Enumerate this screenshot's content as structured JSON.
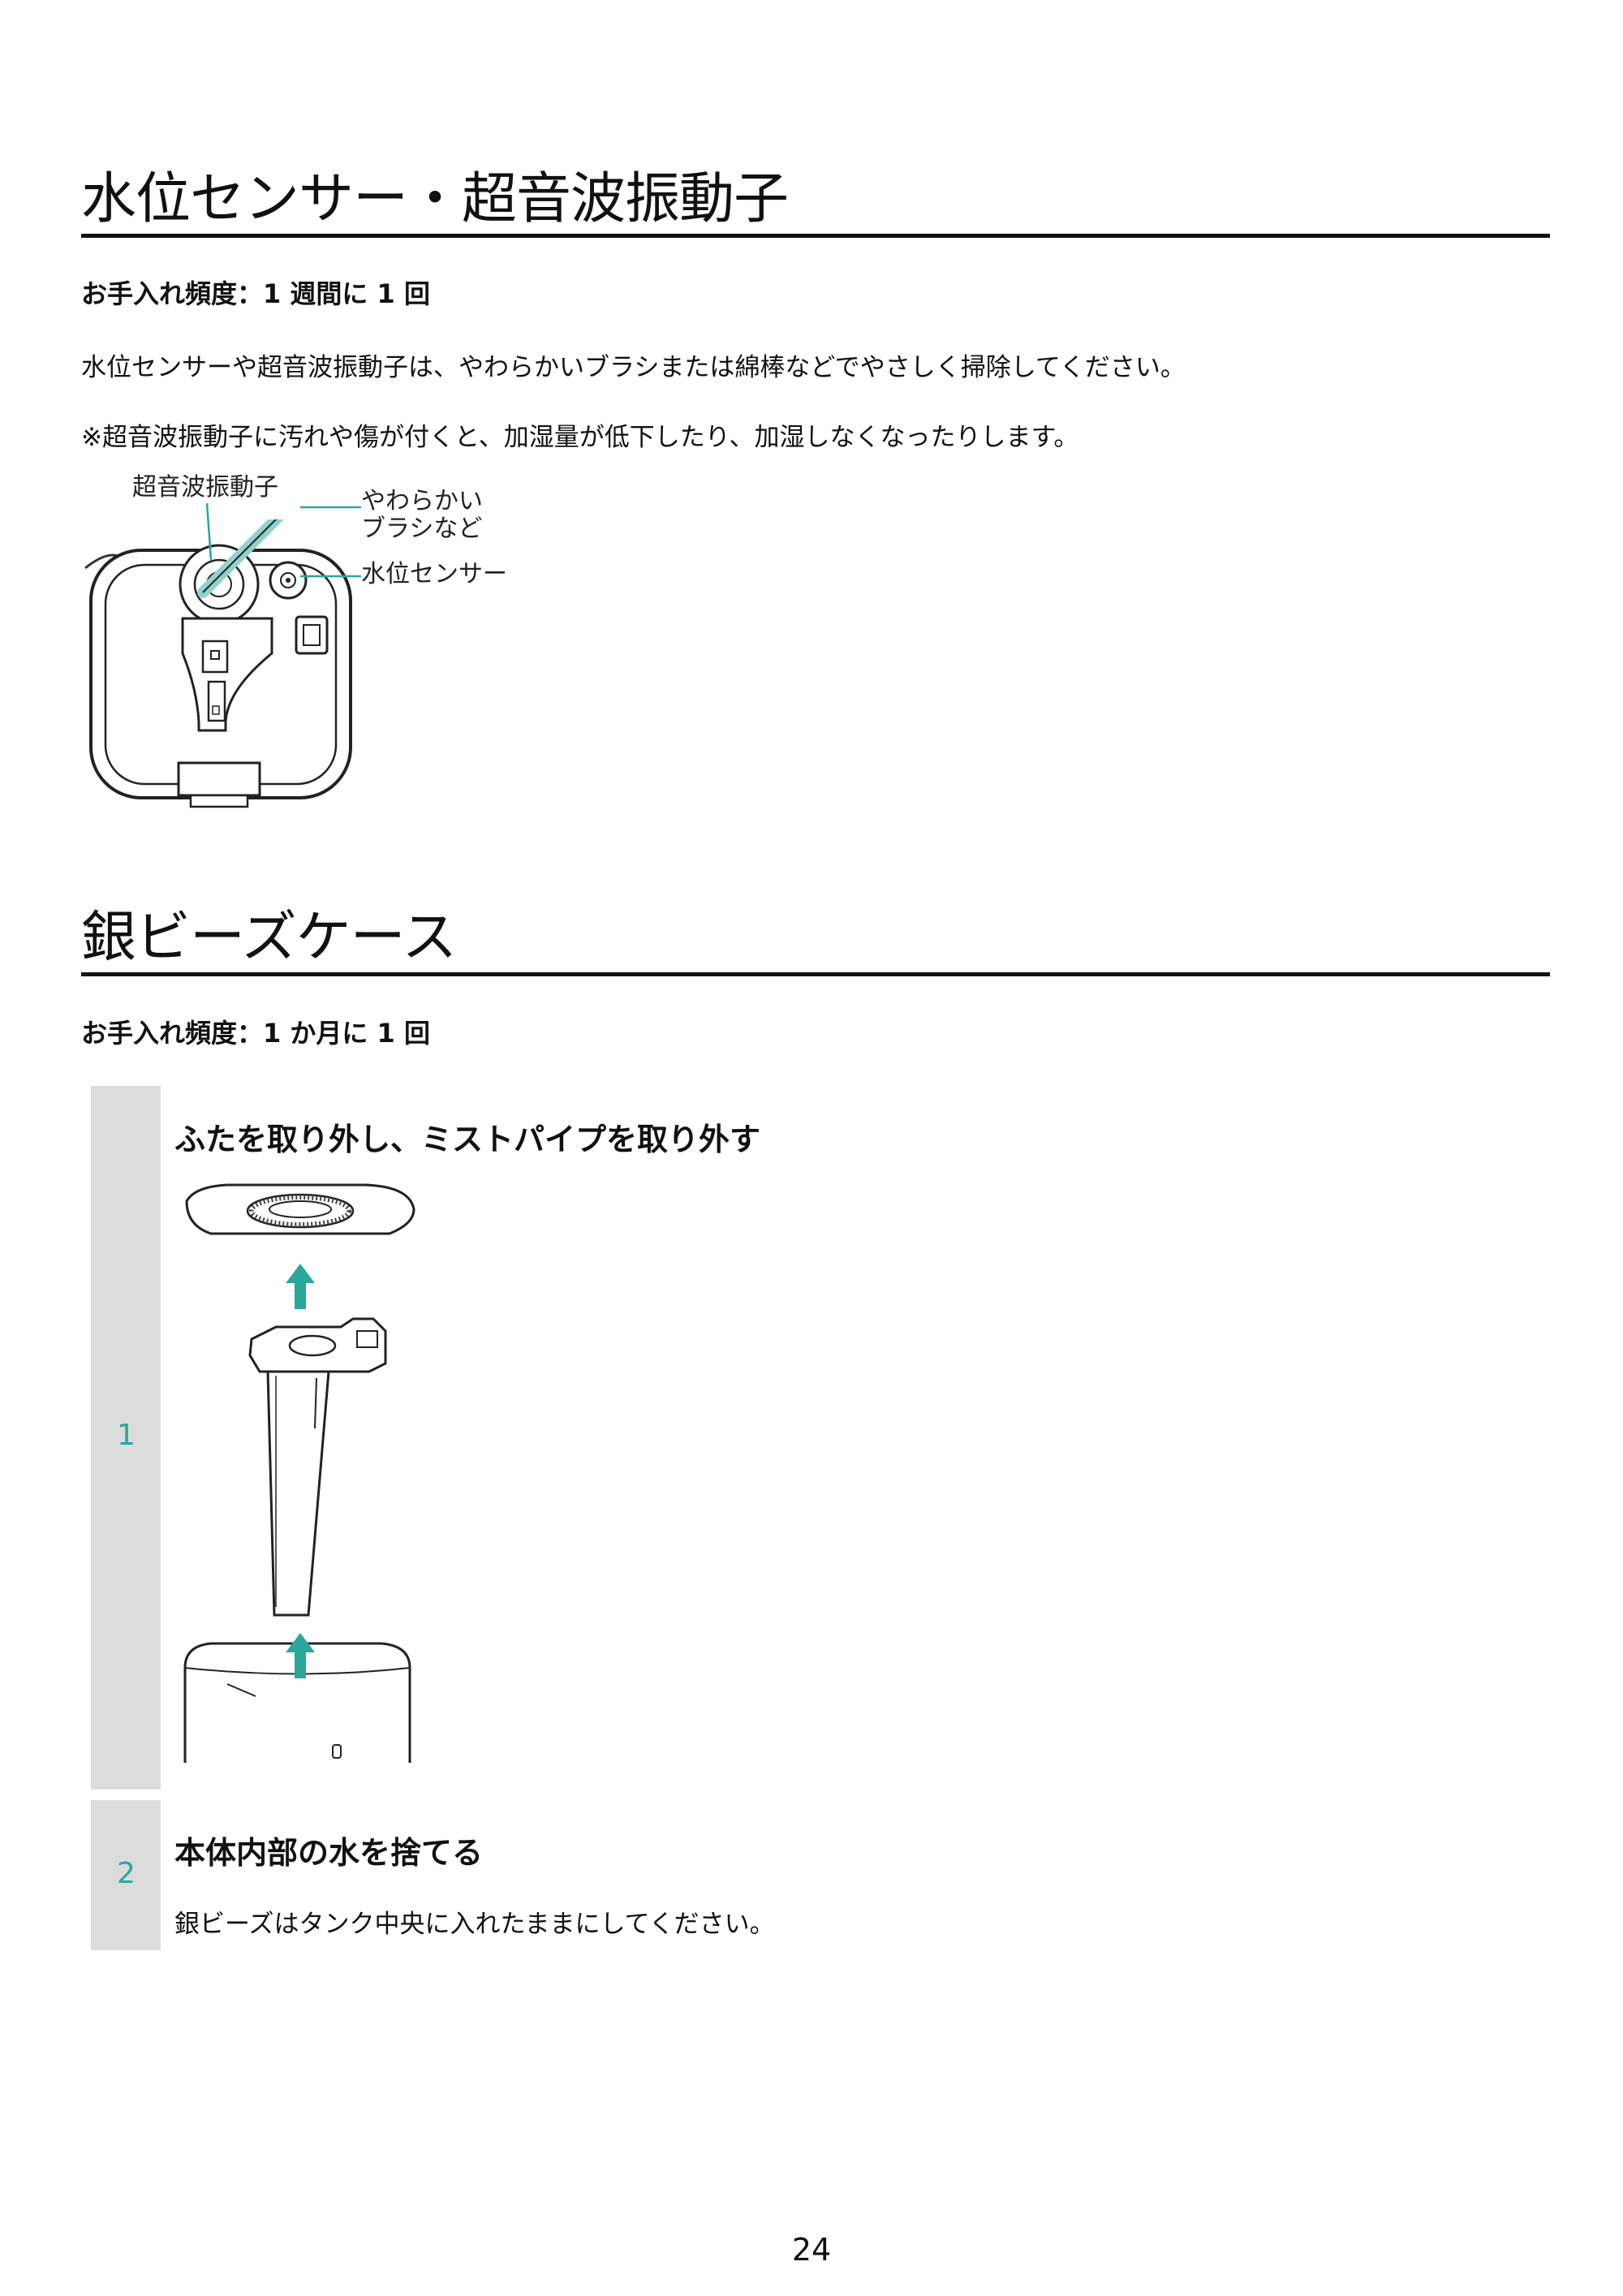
{
  "section1": {
    "title": "水位センサー・超音波振動子",
    "frequency": "お手入れ頻度：1 週間に 1 回",
    "body": "水位センサーや超音波振動子は、やわらかいブラシまたは綿棒などでやさしく掃除してください。",
    "note": "※超音波振動子に汚れや傷が付くと、加湿量が低下したり、加湿しなくなったりします。",
    "callouts": {
      "transducer": "超音波振動子",
      "brush_line1": "やわらかい",
      "brush_line2": "ブラシなど",
      "sensor": "水位センサー"
    }
  },
  "section2": {
    "title": "銀ビーズケース",
    "frequency": "お手入れ頻度：1 か月に 1 回",
    "steps": [
      {
        "number": "1",
        "title": "ふたを取り外し、ミストパイプを取り外す"
      },
      {
        "number": "2",
        "title": "本体内部の水を捨てる",
        "description": "銀ビーズはタンク中央に入れたままにしてください。"
      }
    ]
  },
  "page_number": "24",
  "colors": {
    "accent": "#2aa79b",
    "step_bar": "#dcdcdc",
    "rule": "#111111"
  },
  "icons": [
    "up-arrow-icon"
  ]
}
